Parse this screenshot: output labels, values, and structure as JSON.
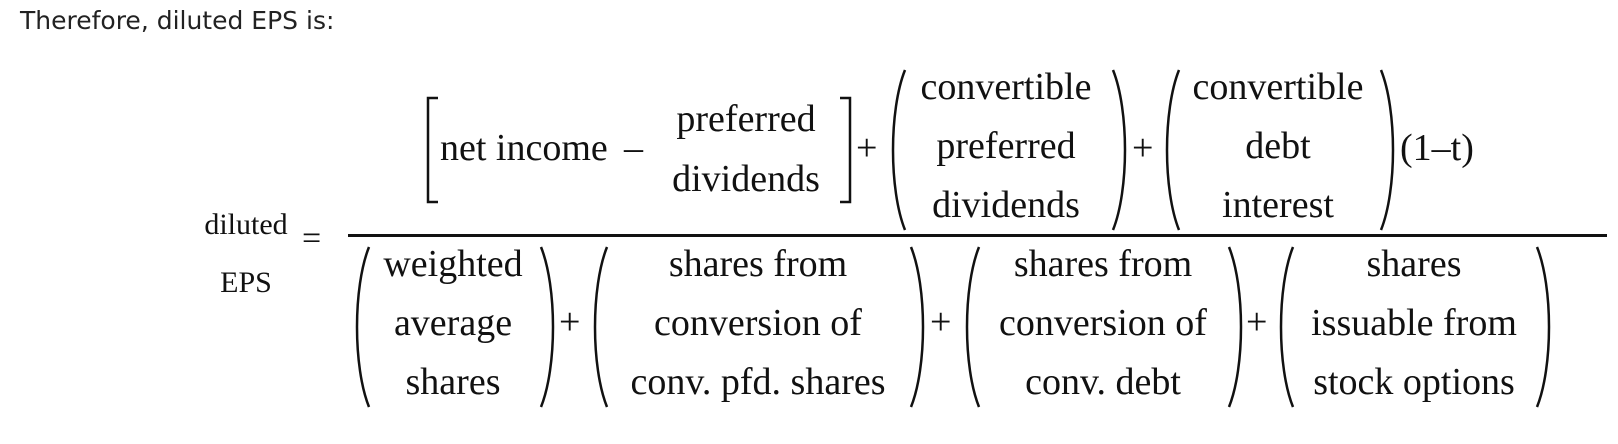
{
  "intro": "Therefore, diluted EPS is:",
  "lhs": {
    "line1": "diluted",
    "line2": "EPS"
  },
  "equals": "=",
  "numerator": {
    "net_income": "net income",
    "minus": "–",
    "preferred_dividends": [
      "preferred",
      "dividends"
    ],
    "plus": "+",
    "convertible_preferred_dividends": [
      "convertible",
      "preferred",
      "dividends"
    ],
    "convertible_debt_interest": [
      "convertible",
      "debt",
      "interest"
    ],
    "tax_factor": "(1–t)"
  },
  "denominator": {
    "plus": "+",
    "weighted_average_shares": [
      "weighted",
      "average",
      "shares"
    ],
    "shares_conv_pfd": [
      "shares from",
      "conversion of",
      "conv. pfd. shares"
    ],
    "shares_conv_debt": [
      "shares from",
      "conversion of",
      "conv. debt"
    ],
    "shares_options": [
      "shares",
      "issuable from",
      "stock options"
    ]
  }
}
